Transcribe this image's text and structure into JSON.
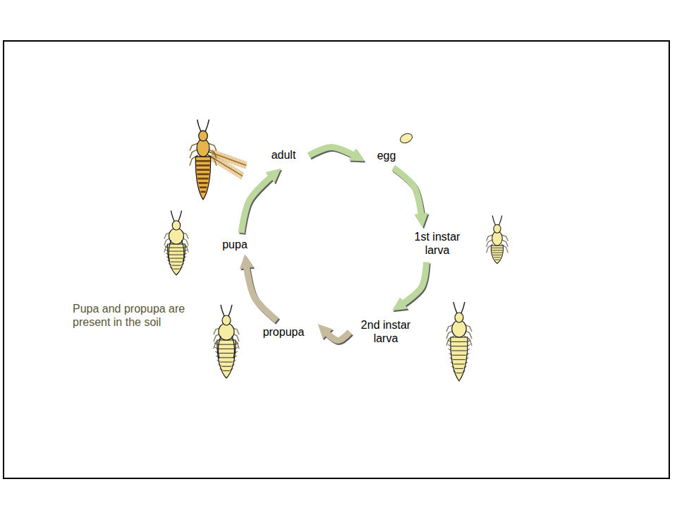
{
  "diagram": {
    "nodes": [
      {
        "text": [
          "adult"
        ]
      },
      {
        "text": [
          "egg"
        ]
      },
      {
        "text": [
          "1st instar larva"
        ]
      },
      {
        "text": [
          "2nd instar larva"
        ]
      },
      {
        "text": [
          "propupa"
        ]
      },
      {
        "text": [
          "pupa"
        ]
      }
    ],
    "edges": [
      {
        "from": 0,
        "to": 1,
        "arrow": "to"
      },
      {
        "from": 1,
        "to": 2,
        "arrow": "to"
      },
      {
        "from": 2,
        "to": 3,
        "arrow": "to"
      },
      {
        "from": 3,
        "to": 4,
        "arrow": "to"
      },
      {
        "from": 4,
        "to": 5,
        "arrow": "to"
      },
      {
        "from": 5,
        "to": 0,
        "arrow": "to"
      }
    ],
    "labels": [
      "Pupa and propupa are present in the soil"
    ]
  }
}
